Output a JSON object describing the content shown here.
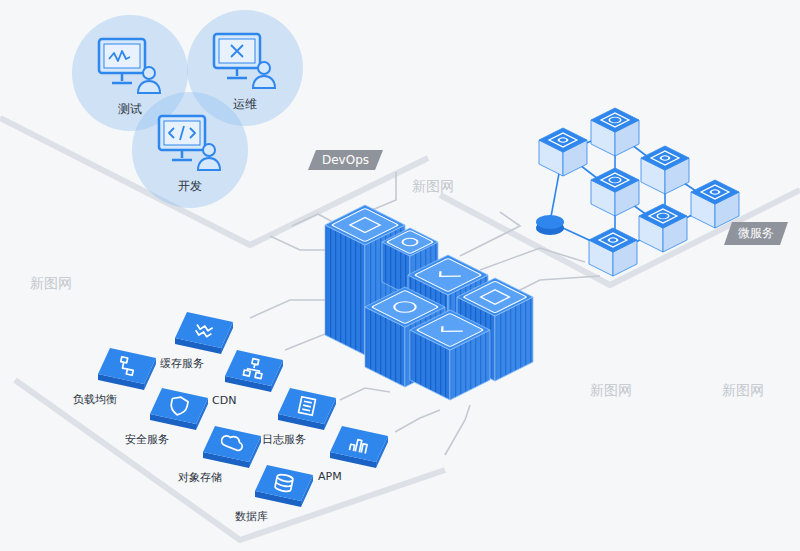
{
  "diagram": {
    "nodes": [
      {
        "text": [
          "测试"
        ]
      },
      {
        "text": [
          "运维"
        ]
      },
      {
        "text": [
          "开发"
        ]
      },
      {
        "text": [
          "DevOps"
        ]
      },
      {
        "text": [
          "微服务"
        ]
      },
      {
        "text": [
          "缓存服务"
        ]
      },
      {
        "text": [
          "负载均衡"
        ]
      },
      {
        "text": [
          "CDN"
        ]
      },
      {
        "text": [
          "安全服务"
        ]
      },
      {
        "text": [
          "日志服务"
        ]
      },
      {
        "text": [
          "对象存储"
        ]
      },
      {
        "text": [
          "APM"
        ]
      },
      {
        "text": [
          "数据库"
        ]
      }
    ],
    "labels": [
      "新图网",
      "新图网",
      "新图网",
      "新图网"
    ]
  }
}
